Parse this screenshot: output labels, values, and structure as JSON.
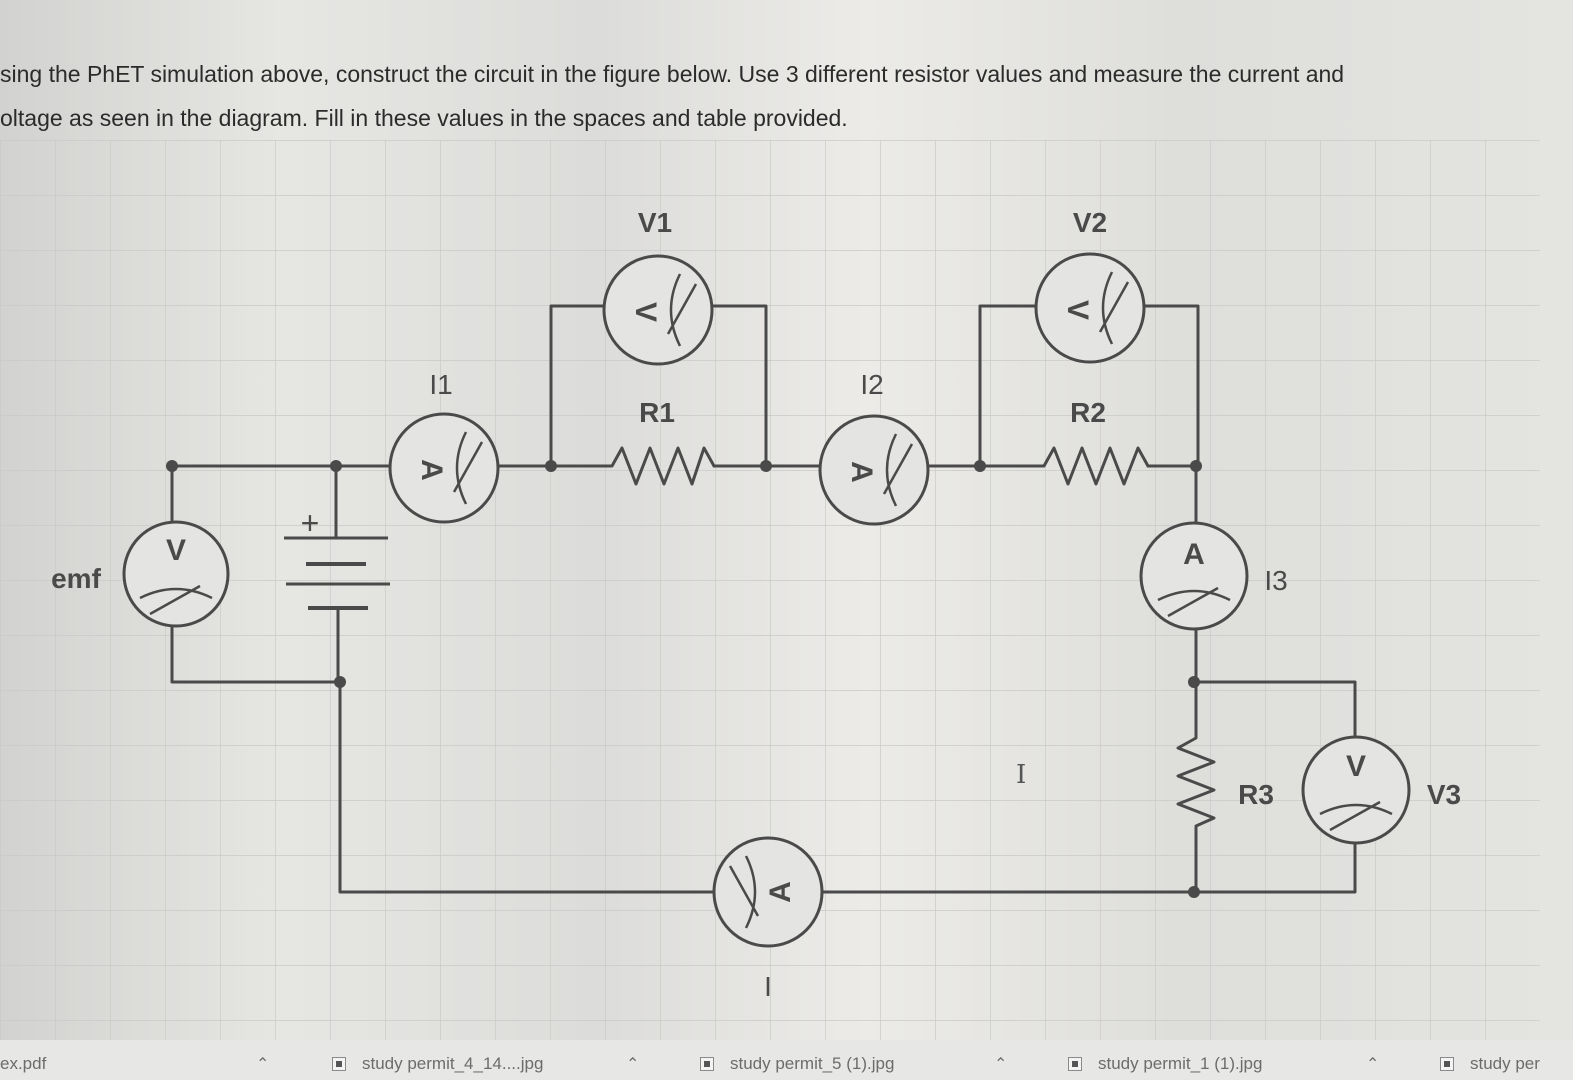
{
  "instructions": {
    "line1": "sing the PhET simulation above, construct the circuit in the figure below. Use 3 different resistor values and measure the current and",
    "line2": "oltage as seen in the diagram. Fill in these values in the spaces and table provided."
  },
  "diagram": {
    "labels": {
      "v1": "V1",
      "v2": "V2",
      "v3": "V3",
      "r1": "R1",
      "r2": "R2",
      "r3": "R3",
      "i1": "I1",
      "i2": "I2",
      "i3": "I3",
      "i": "I",
      "emf": "emf",
      "plus": "+"
    },
    "meter_letters": {
      "voltmeter": "V",
      "ammeter": "A"
    },
    "colors": {
      "wire": "#4a4a4a",
      "grid": "#c8c8c8"
    }
  },
  "downloads": {
    "items": [
      {
        "name": "ex.pdf"
      },
      {
        "name": "study permit_4_14....jpg"
      },
      {
        "name": "study permit_5 (1).jpg"
      },
      {
        "name": "study permit_1 (1).jpg"
      },
      {
        "name": "study per"
      }
    ]
  }
}
